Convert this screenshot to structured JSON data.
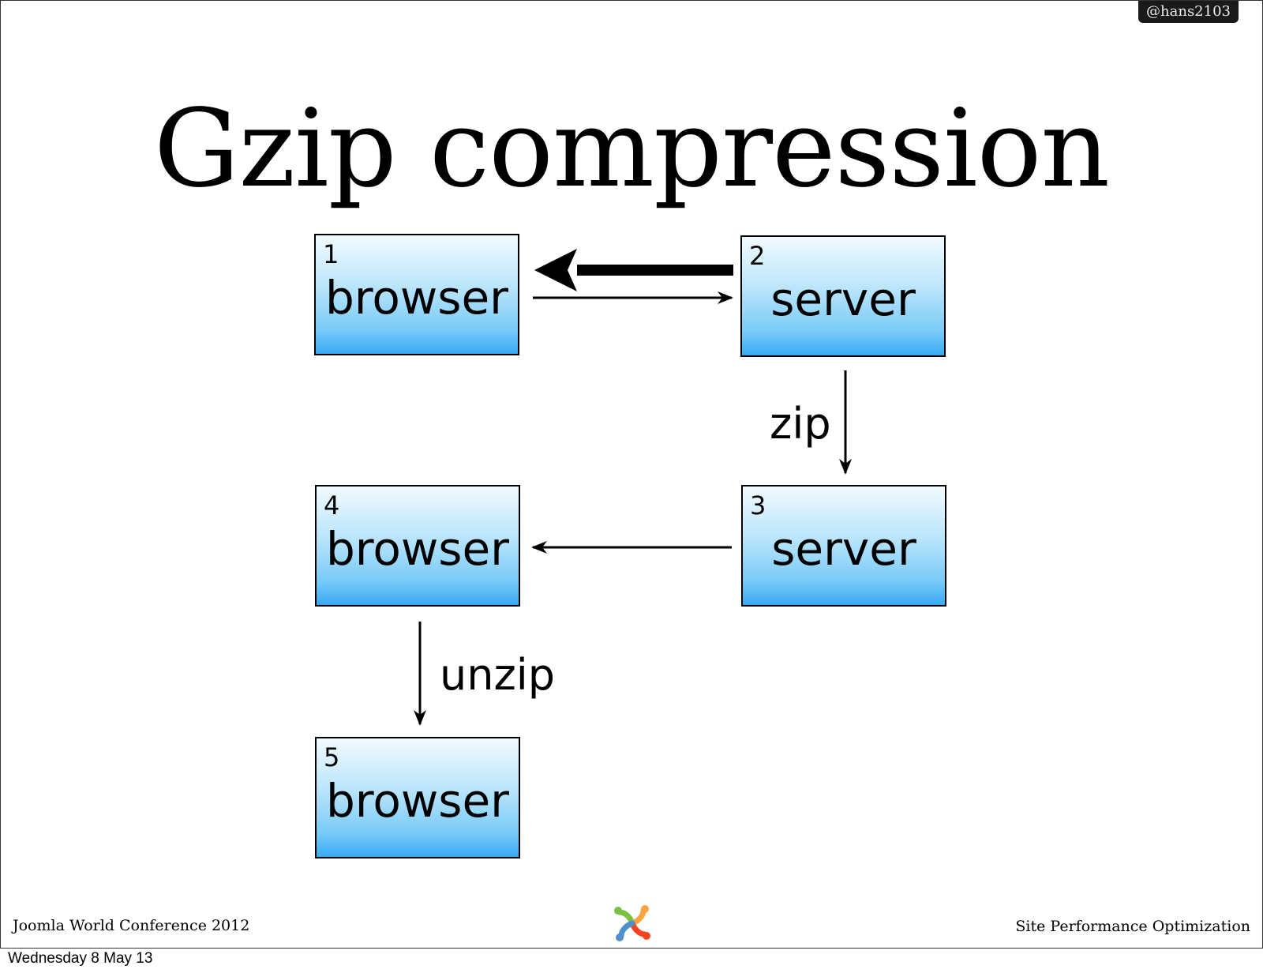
{
  "slide": {
    "title": "Gzip compression",
    "handle": "@hans2103",
    "footer_left": "Joomla World Conference 2012",
    "footer_right": "Site Performance Optimization",
    "logo_icon": "joomla-logo-icon"
  },
  "diagram": {
    "nodes": [
      {
        "id": "1",
        "number": "1",
        "label": "browser"
      },
      {
        "id": "2",
        "number": "2",
        "label": "server"
      },
      {
        "id": "3",
        "number": "3",
        "label": "server"
      },
      {
        "id": "4",
        "number": "4",
        "label": "browser"
      },
      {
        "id": "5",
        "number": "5",
        "label": "browser"
      }
    ],
    "edges": [
      {
        "from": "2",
        "to": "1",
        "label": "",
        "style": "thick"
      },
      {
        "from": "1",
        "to": "2",
        "label": "",
        "style": "thin"
      },
      {
        "from": "2",
        "to": "3",
        "label": "zip",
        "style": "thin"
      },
      {
        "from": "3",
        "to": "4",
        "label": "",
        "style": "thin"
      },
      {
        "from": "4",
        "to": "5",
        "label": "unzip",
        "style": "thin"
      }
    ],
    "colors": {
      "box_top": "#f2fbff",
      "box_bottom": "#38a9f5",
      "border": "#000000"
    }
  },
  "system": {
    "date": "Wednesday 8 May 13"
  }
}
